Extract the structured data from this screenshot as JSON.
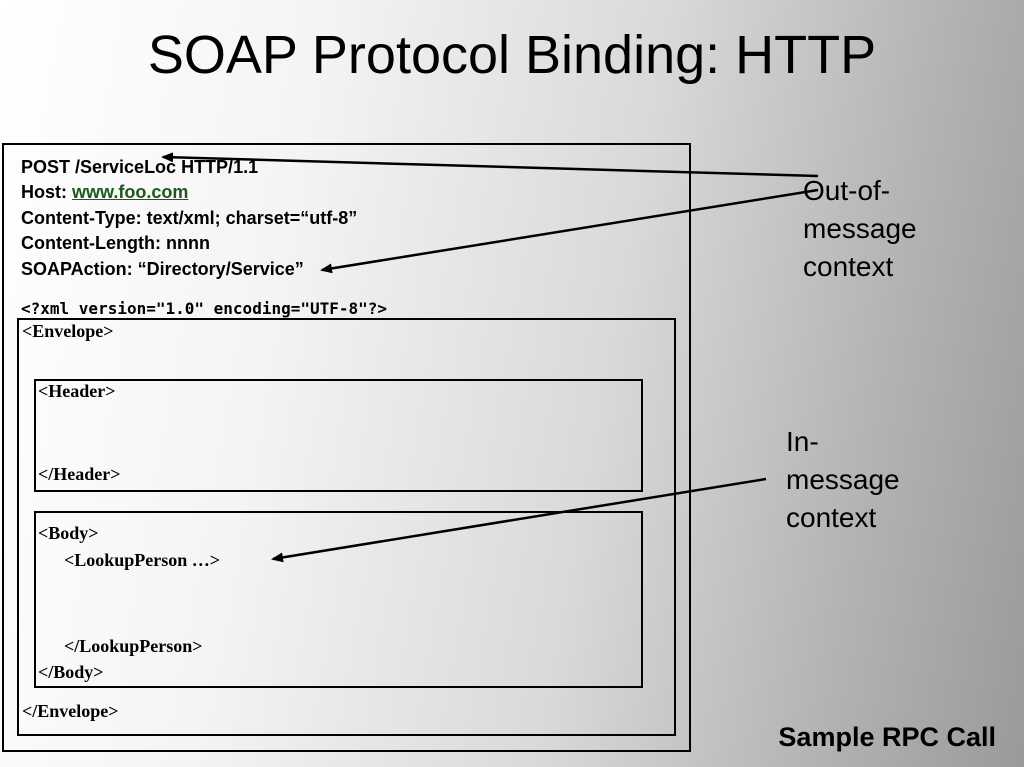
{
  "title": "SOAP Protocol Binding: HTTP",
  "http_headers": {
    "post": "POST /ServiceLoc HTTP/1.1",
    "host_label": "Host: ",
    "host_link": "www.foo.com",
    "content_type": "Content-Type: text/xml; charset=“utf-8”",
    "content_length": "Content-Length: nnnn",
    "soap_action": "SOAPAction: “Directory/Service”"
  },
  "xml_decl": "<?xml version=\"1.0\" encoding=\"UTF-8\"?>",
  "envelope": {
    "open": "<Envelope>",
    "close": "</Envelope>"
  },
  "header": {
    "open": "<Header>",
    "close": "</Header>"
  },
  "body": {
    "open": "<Body>",
    "close": "</Body>",
    "lookup_open": "<LookupPerson …>",
    "lookup_close": "</LookupPerson>"
  },
  "labels": {
    "out_of_message": "Out-of-\nmessage\ncontext",
    "in_message": "In-\nmessage\ncontext"
  },
  "footer": "Sample RPC Call"
}
